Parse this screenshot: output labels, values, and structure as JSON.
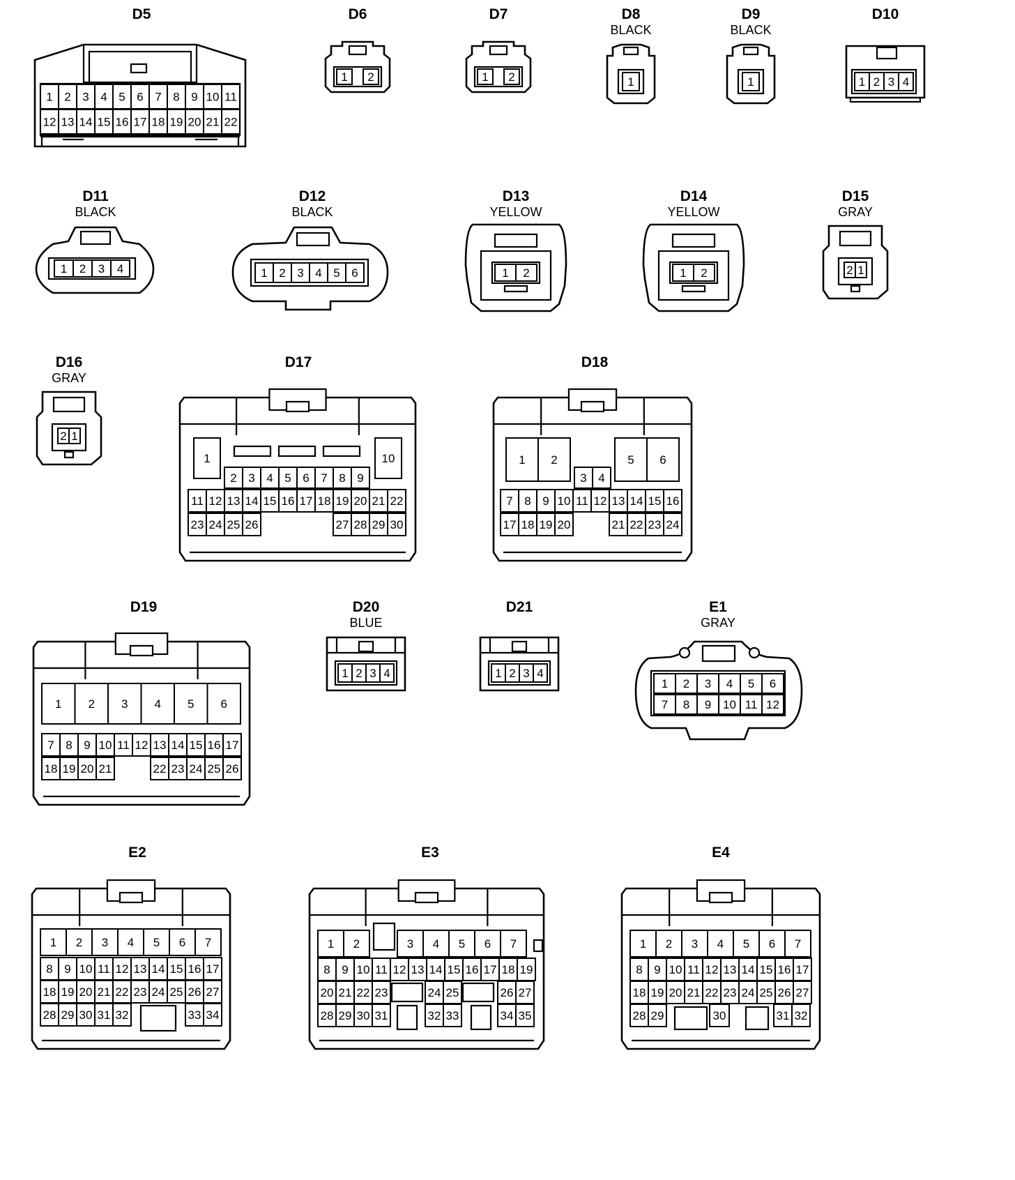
{
  "connectors": [
    {
      "id": "D5",
      "color": "",
      "pins": [
        "1",
        "2",
        "3",
        "4",
        "5",
        "6",
        "7",
        "8",
        "9",
        "10",
        "11",
        "12",
        "13",
        "14",
        "15",
        "16",
        "17",
        "18",
        "19",
        "20",
        "21",
        "22"
      ]
    },
    {
      "id": "D6",
      "color": "",
      "pins": [
        "1",
        "2"
      ]
    },
    {
      "id": "D7",
      "color": "",
      "pins": [
        "1",
        "2"
      ]
    },
    {
      "id": "D8",
      "color": "BLACK",
      "pins": [
        "1"
      ]
    },
    {
      "id": "D9",
      "color": "BLACK",
      "pins": [
        "1"
      ]
    },
    {
      "id": "D10",
      "color": "",
      "pins": [
        "1",
        "2",
        "3",
        "4"
      ]
    },
    {
      "id": "D11",
      "color": "BLACK",
      "pins": [
        "1",
        "2",
        "3",
        "4"
      ]
    },
    {
      "id": "D12",
      "color": "BLACK",
      "pins": [
        "1",
        "2",
        "3",
        "4",
        "5",
        "6"
      ]
    },
    {
      "id": "D13",
      "color": "YELLOW",
      "pins": [
        "1",
        "2"
      ]
    },
    {
      "id": "D14",
      "color": "YELLOW",
      "pins": [
        "1",
        "2"
      ]
    },
    {
      "id": "D15",
      "color": "GRAY",
      "pins": [
        "2",
        "1"
      ]
    },
    {
      "id": "D16",
      "color": "GRAY",
      "pins": [
        "2",
        "1"
      ]
    },
    {
      "id": "D17",
      "color": "",
      "pins": [
        "1",
        "10",
        "2",
        "3",
        "4",
        "5",
        "6",
        "7",
        "8",
        "9",
        "11",
        "12",
        "13",
        "14",
        "15",
        "16",
        "17",
        "18",
        "19",
        "20",
        "21",
        "22",
        "23",
        "24",
        "25",
        "26",
        "27",
        "28",
        "29",
        "30"
      ]
    },
    {
      "id": "D18",
      "color": "",
      "pins": [
        "1",
        "2",
        "5",
        "6",
        "3",
        "4",
        "7",
        "8",
        "9",
        "10",
        "11",
        "12",
        "13",
        "14",
        "15",
        "16",
        "17",
        "18",
        "19",
        "20",
        "21",
        "22",
        "23",
        "24"
      ]
    },
    {
      "id": "D19",
      "color": "",
      "pins": [
        "1",
        "2",
        "3",
        "4",
        "5",
        "6",
        "7",
        "8",
        "9",
        "10",
        "11",
        "12",
        "13",
        "14",
        "15",
        "16",
        "17",
        "18",
        "19",
        "20",
        "21",
        "22",
        "23",
        "24",
        "25",
        "26"
      ]
    },
    {
      "id": "D20",
      "color": "BLUE",
      "pins": [
        "1",
        "2",
        "3",
        "4"
      ]
    },
    {
      "id": "D21",
      "color": "",
      "pins": [
        "1",
        "2",
        "3",
        "4"
      ]
    },
    {
      "id": "E1",
      "color": "GRAY",
      "pins": [
        "1",
        "2",
        "3",
        "4",
        "5",
        "6",
        "7",
        "8",
        "9",
        "10",
        "11",
        "12"
      ]
    },
    {
      "id": "E2",
      "color": "",
      "pins": [
        "1",
        "2",
        "3",
        "4",
        "5",
        "6",
        "7",
        "8",
        "9",
        "10",
        "11",
        "12",
        "13",
        "14",
        "15",
        "16",
        "17",
        "18",
        "19",
        "20",
        "21",
        "22",
        "23",
        "24",
        "25",
        "26",
        "27",
        "28",
        "29",
        "30",
        "31",
        "32",
        "33",
        "34"
      ]
    },
    {
      "id": "E3",
      "color": "",
      "pins": [
        "1",
        "2",
        "3",
        "4",
        "5",
        "6",
        "7",
        "8",
        "9",
        "10",
        "11",
        "12",
        "13",
        "14",
        "15",
        "16",
        "17",
        "18",
        "19",
        "20",
        "21",
        "22",
        "23",
        "24",
        "25",
        "26",
        "27",
        "28",
        "29",
        "30",
        "31",
        "32",
        "33",
        "34",
        "35"
      ]
    },
    {
      "id": "E4",
      "color": "",
      "pins": [
        "1",
        "2",
        "3",
        "4",
        "5",
        "6",
        "7",
        "8",
        "9",
        "10",
        "11",
        "12",
        "13",
        "14",
        "15",
        "16",
        "17",
        "18",
        "19",
        "20",
        "21",
        "22",
        "23",
        "24",
        "25",
        "26",
        "27",
        "28",
        "29",
        "30",
        "31",
        "32"
      ]
    }
  ]
}
